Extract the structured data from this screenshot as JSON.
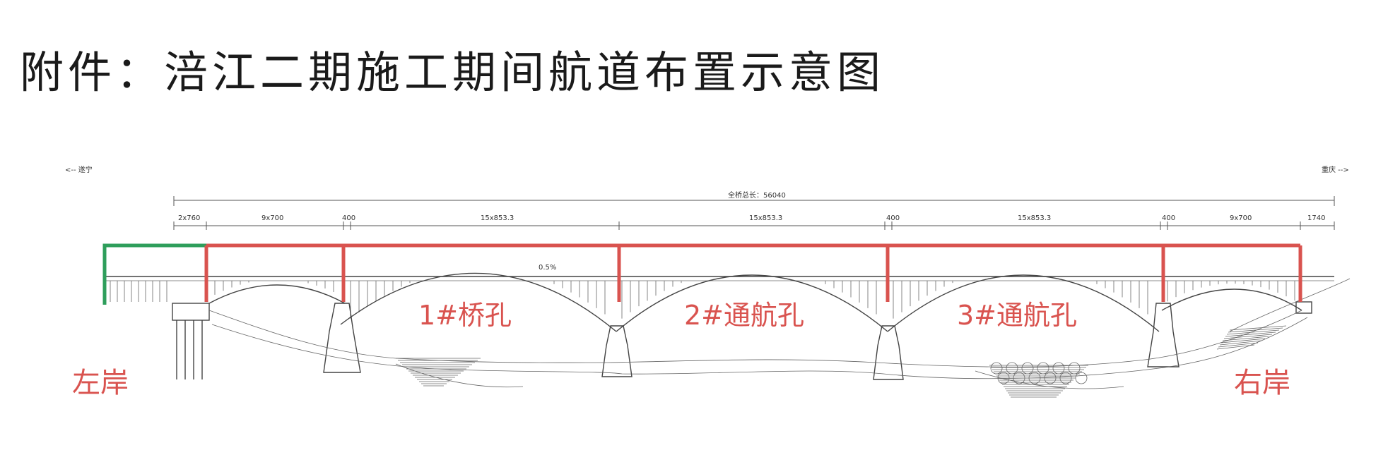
{
  "title": "附件：涪江二期施工期间航道布置示意图",
  "corner_labels": {
    "left": "<-- 遂宁",
    "right": "重庆 -->"
  },
  "total_length_label": "全桥总长：56040",
  "span_dimensions": [
    "2x760",
    "9x700",
    "400",
    "15x853.3",
    "15x853.3",
    "400",
    "15x853.3",
    "400",
    "9x700",
    "1740"
  ],
  "grade_label": "0.5%",
  "opening_labels": [
    "1#桥孔",
    "2#通航孔",
    "3#通航孔"
  ],
  "bank_labels": {
    "left": "左岸",
    "right": "右岸"
  },
  "colors": {
    "navigation_marker": "#d9534f",
    "left_bank_marker": "#2e9e5b",
    "structure": "#444444"
  }
}
